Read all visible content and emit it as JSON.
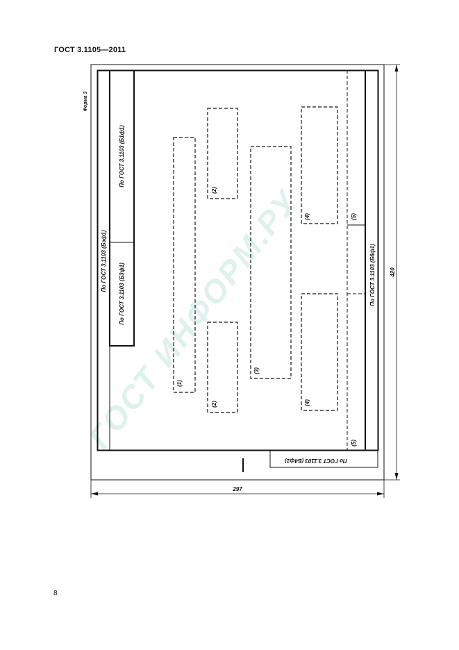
{
  "header": {
    "title": "ГОСТ  3.1105—2011"
  },
  "page": {
    "number": "8"
  },
  "form": {
    "label": "Форма 3",
    "ref_left_outer": "По ГОСТ 3.1103 (Бзф1)",
    "ref_left_top": "По ГОСТ 3.1103 (Б1ф1)",
    "ref_left_bottom": "По ГОСТ 3.1103 (Б3ф1)",
    "ref_right": "По ГОСТ 3.1103 (Б6ф1)",
    "ref_bottom": "По ГОСТ 3.1103 (Б4ф1)"
  },
  "zones": {
    "z1": "(1)",
    "z2_top": "(2)",
    "z2_bottom": "(2)",
    "z3": "(3)",
    "z4_top": "(4)",
    "z4_bottom": "(4)",
    "z5_top": "(5)",
    "z5_bottom": "(5)"
  },
  "dimensions": {
    "height": "420",
    "width": "297"
  },
  "watermark": "ГОСТ ИНФОРМ.РУ",
  "colors": {
    "ink": "#111111",
    "watermark": "#dff1ec"
  }
}
